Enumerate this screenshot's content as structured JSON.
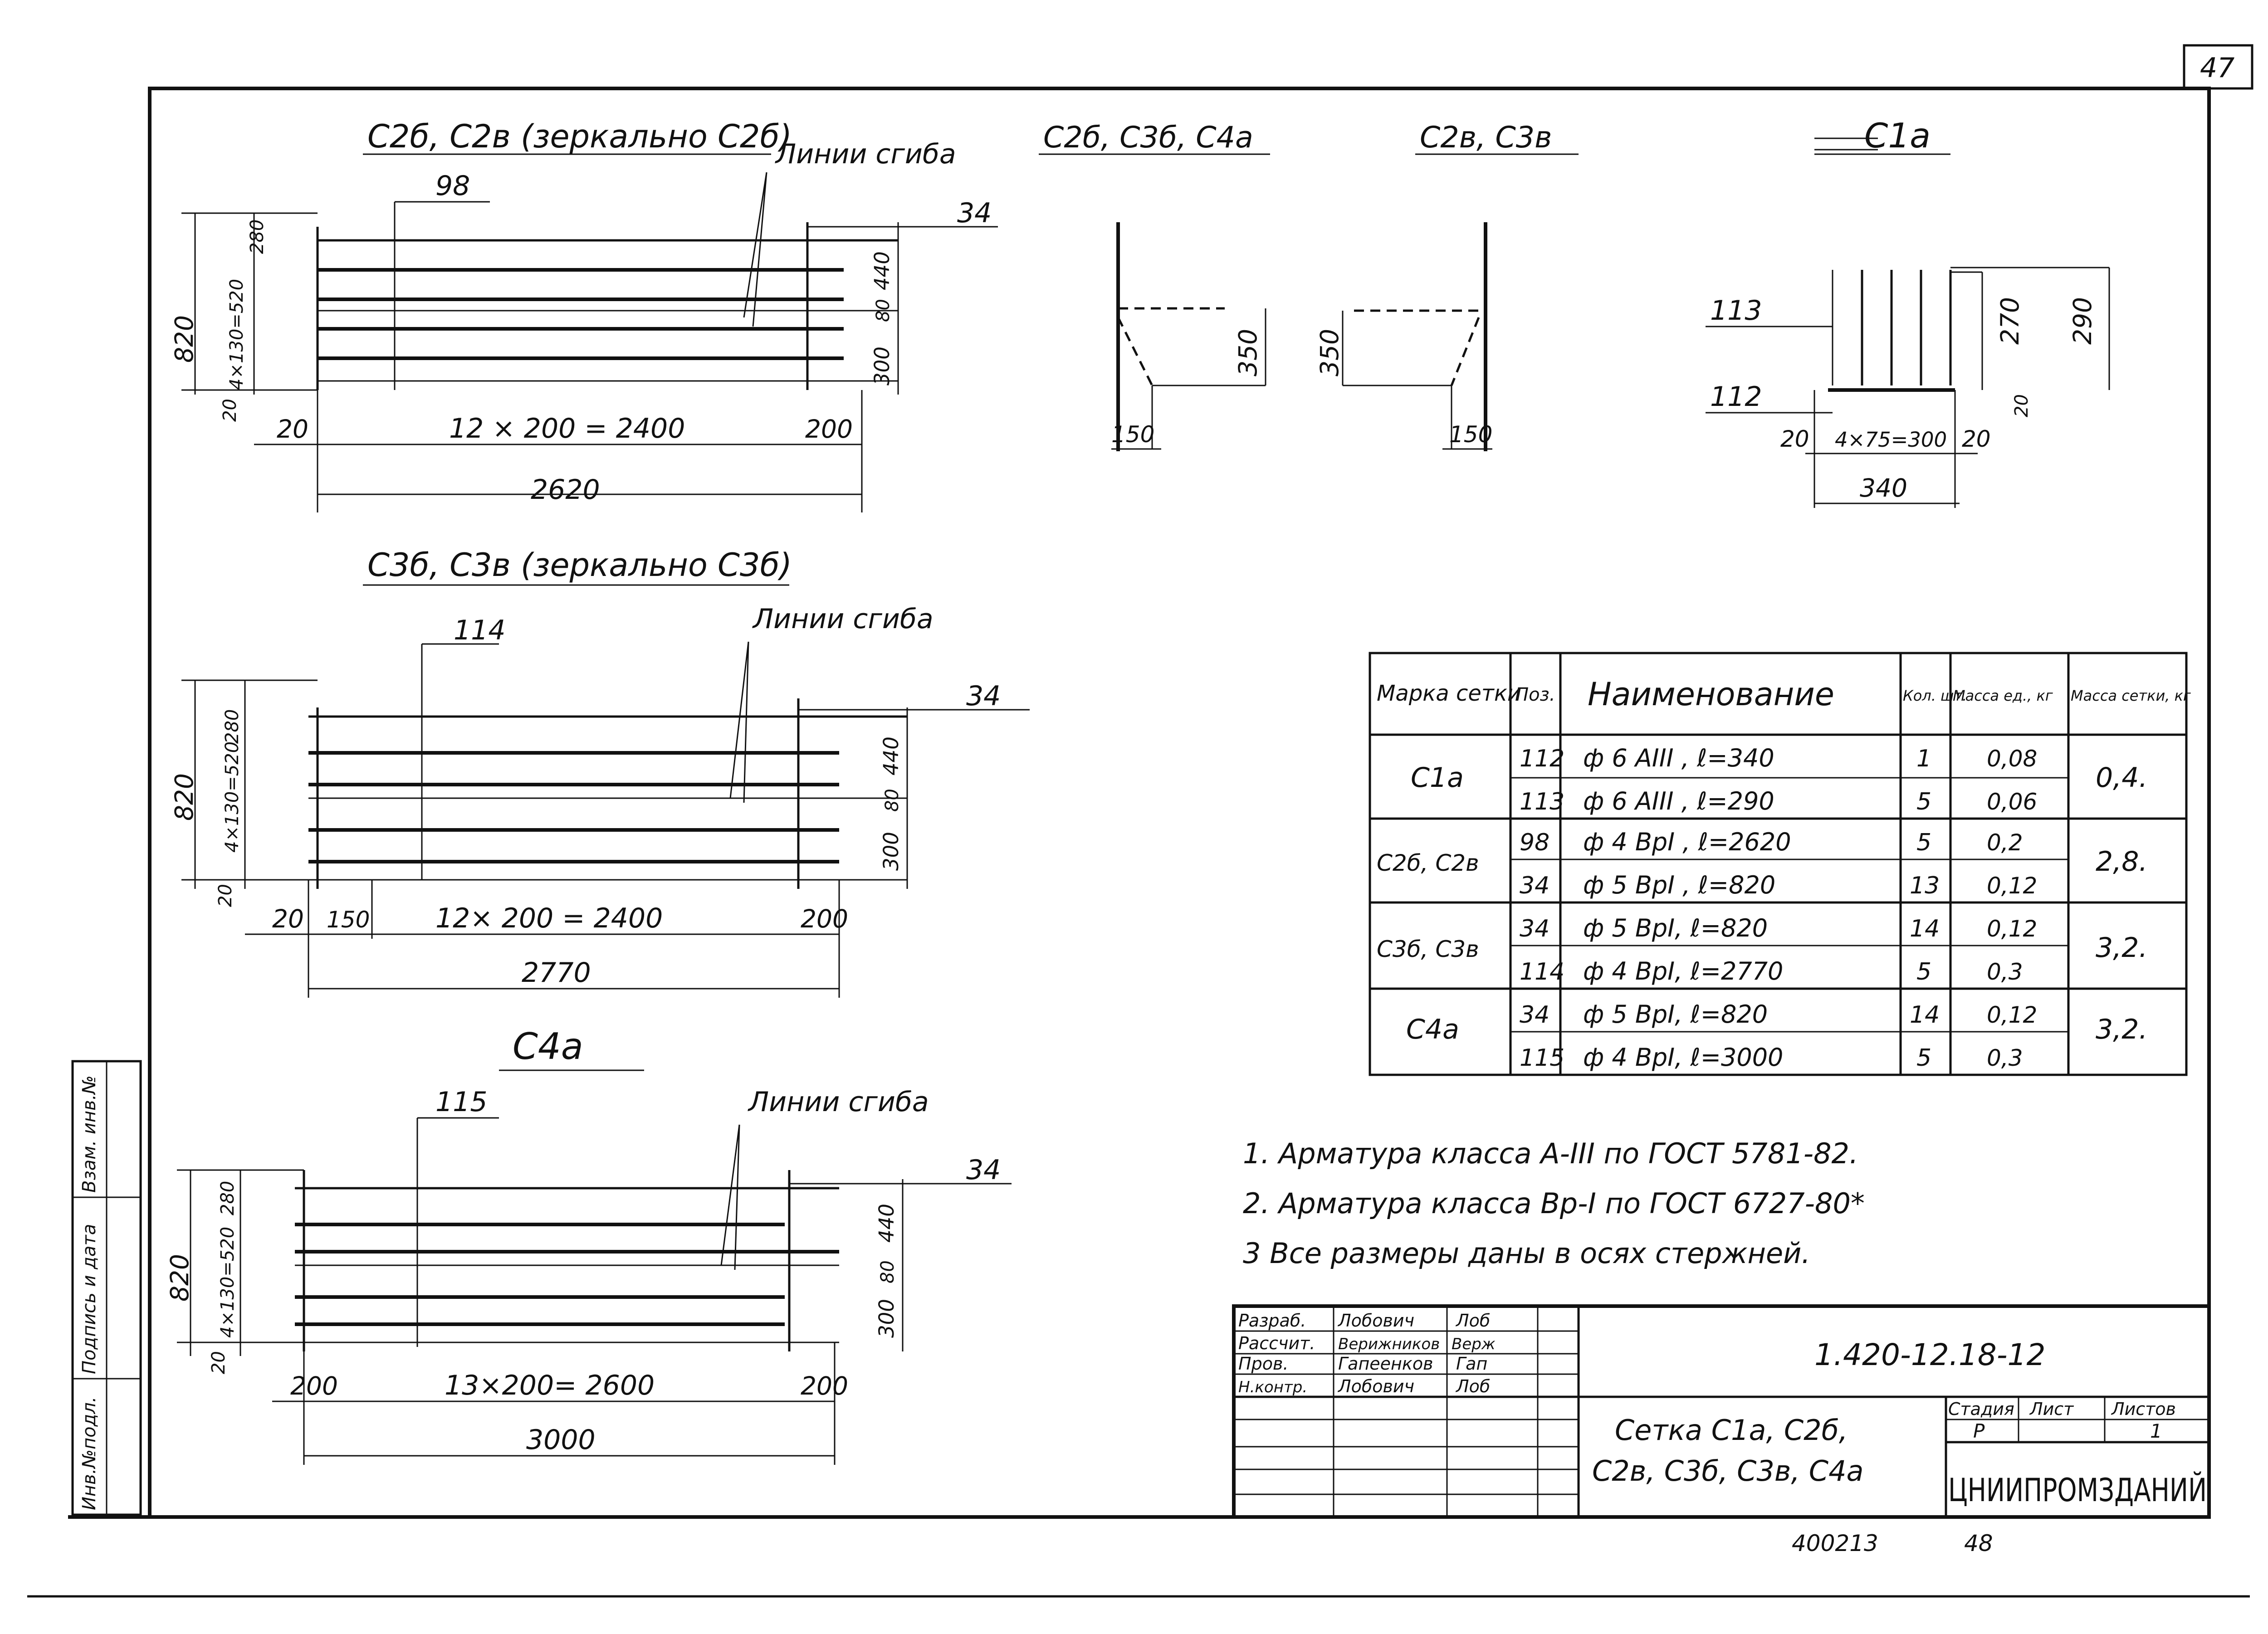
{
  "sheet": {
    "page_number": "47",
    "bottom_note": "400213",
    "bottom_page": "48"
  },
  "views": {
    "c2b": {
      "title": "С2б, С2в (зеркально С2б)",
      "bend_label": "Линии сгиба",
      "pos_longitudinal": "98",
      "pos_transverse": "34",
      "dims_left": {
        "total": "820",
        "spacing": "4×130=520",
        "top": "280",
        "bottom": "20"
      },
      "dims_right": {
        "top": "440",
        "mid": "80",
        "bottom": "300"
      },
      "dims_bottom": {
        "left": "20",
        "spacing": "12 × 200 = 2400",
        "right": "200",
        "total": "2620"
      }
    },
    "c3b": {
      "title": "С3б, С3в (зеркально С3б)",
      "bend_label": "Линии сгиба",
      "pos_longitudinal": "114",
      "pos_transverse": "34",
      "dims_left": {
        "total": "820",
        "spacing": "4×130=520",
        "top": "280",
        "bottom": "20"
      },
      "dims_right": {
        "top": "440",
        "mid": "80",
        "bottom": "300"
      },
      "dims_bottom": {
        "left": "20",
        "left2": "150",
        "spacing": "12× 200 = 2400",
        "right": "200",
        "total": "2770"
      }
    },
    "c4a": {
      "title": "С4а",
      "bend_label": "Линии сгиба",
      "pos_longitudinal": "115",
      "pos_transverse": "34",
      "dims_left": {
        "total": "820",
        "spacing": "4×130=520",
        "top": "280",
        "bottom": "20"
      },
      "dims_right": {
        "top": "440",
        "mid": "80",
        "bottom": "300"
      },
      "dims_bottom": {
        "left": "200",
        "spacing": "13×200= 2600",
        "right": "200",
        "total": "3000"
      }
    },
    "section1": {
      "title": "С2б, С3б, С4а",
      "height": "350",
      "base": "150"
    },
    "section2": {
      "title": "С2в, С3в",
      "height": "350",
      "base": "150"
    },
    "c1a": {
      "title": "С1а",
      "pos_a": "113",
      "pos_b": "112",
      "dim_inner": "270",
      "dim_outer": "290",
      "dim_small": "20",
      "dims_bottom": {
        "left": "20",
        "spacing": "4×75=300",
        "right": "20",
        "total": "340"
      }
    }
  },
  "spec_table": {
    "headers": {
      "mark": "Марка сетки",
      "pos": "Поз.",
      "name": "Наименование",
      "qty": "Кол. шт.",
      "mass_unit": "Масса ед., кг",
      "mass_grid": "Масса сетки, кг"
    },
    "groups": [
      {
        "mark": "С1а",
        "mass": "0,4.",
        "rows": [
          {
            "pos": "112",
            "name": "ф 6 АIII , ℓ=340",
            "qty": "1",
            "mass": "0,08"
          },
          {
            "pos": "113",
            "name": "ф 6 АIII , ℓ=290",
            "qty": "5",
            "mass": "0,06"
          }
        ]
      },
      {
        "mark": "С2б, С2в",
        "mass": "2,8.",
        "rows": [
          {
            "pos": "98",
            "name": "ф 4 ВрI , ℓ=2620",
            "qty": "5",
            "mass": "0,2"
          },
          {
            "pos": "34",
            "name": "ф 5 ВрI , ℓ=820",
            "qty": "13",
            "mass": "0,12"
          }
        ]
      },
      {
        "mark": "С3б, С3в",
        "mass": "3,2.",
        "rows": [
          {
            "pos": "34",
            "name": "ф 5 ВрI, ℓ=820",
            "qty": "14",
            "mass": "0,12"
          },
          {
            "pos": "114",
            "name": "ф 4 ВрI, ℓ=2770",
            "qty": "5",
            "mass": "0,3"
          }
        ]
      },
      {
        "mark": "С4а",
        "mass": "3,2.",
        "rows": [
          {
            "pos": "34",
            "name": "ф 5 ВрI, ℓ=820",
            "qty": "14",
            "mass": "0,12"
          },
          {
            "pos": "115",
            "name": "ф 4 ВрI, ℓ=3000",
            "qty": "5",
            "mass": "0,3"
          }
        ]
      }
    ]
  },
  "notes": [
    "1. Арматура класса А-III по ГОСТ 5781-82.",
    "2. Арматура класса Вр-I по ГОСТ 6727-80*",
    "3 Все размеры даны в осях стержней."
  ],
  "title_block": {
    "roles": [
      "Разраб.",
      "Рассчит.",
      "Пров.",
      "Н.контр."
    ],
    "names": [
      "Лобович",
      "Верижников",
      "Гапеенков",
      "Лобович"
    ],
    "signatures": [
      "Лоб",
      "Верж",
      "Гап",
      "Лоб"
    ],
    "doc_code": "1.420-12.18-12",
    "title_line1": "Сетка С1а, С2б,",
    "title_line2": "С2в, С3б, С3в, С4а",
    "col_stage": "Стадия",
    "col_sheet": "Лист",
    "col_sheets": "Листов",
    "stage": "Р",
    "sheets": "1",
    "org": "ЦНИИПРОМЗДАНИЙ"
  },
  "side_stamp": [
    "Инв.№подл.",
    "Подпись и дата",
    "Взам. инв.№"
  ]
}
